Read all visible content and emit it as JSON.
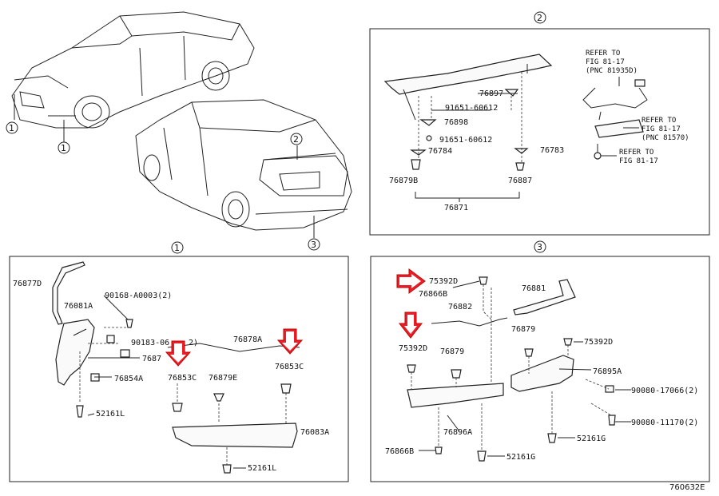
{
  "callouts": {
    "c1": "1",
    "c2": "2",
    "c3": "3"
  },
  "panel2": {
    "labels": [
      "76897",
      "91651-60612",
      "76898",
      "91651-60612",
      "76784",
      "76783",
      "76879B",
      "76887",
      "76871"
    ],
    "refs": [
      "REFER TO",
      "FIG 81-17",
      "(PNC 81935D)",
      "REFER TO",
      "FIG 81-17",
      "(PNC 81570)",
      "REFER TO",
      "FIG 81-17"
    ]
  },
  "panel1": {
    "labels": [
      "76877D",
      "76081A",
      "90168-A0003(2)",
      "90183-06",
      "2)",
      "76878A",
      "7687",
      "76854A",
      "76853C",
      "76879E",
      "76853C",
      "52161L",
      "76083A",
      "52161L"
    ]
  },
  "panel3": {
    "labels": [
      "75392D",
      "76866B",
      "76881",
      "76882",
      "76879",
      "75392D",
      "76879",
      "75392D",
      "76895A",
      "90080-17066(2)",
      "90080-11170(2)",
      "52161G",
      "76896A",
      "76866B",
      "52161G"
    ]
  },
  "figure_code": "760632E",
  "accent_color": "#e8202a"
}
